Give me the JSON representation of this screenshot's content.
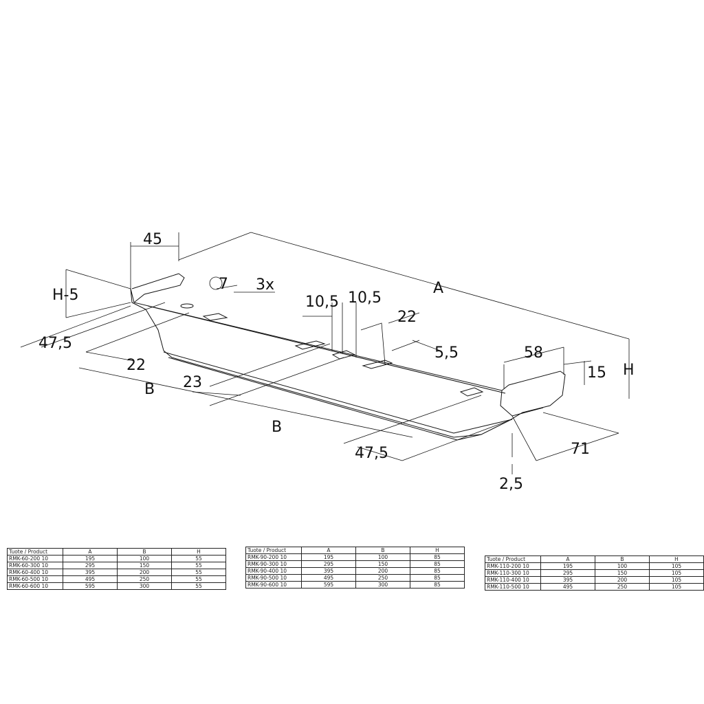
{
  "dimensions": {
    "d45": "45",
    "h_minus_5": "H-5",
    "hole": "7",
    "count": "3x",
    "d10_5a": "10,5",
    "d10_5b": "10,5",
    "a": "A",
    "d22_top": "22",
    "d5_5": "5,5",
    "d58": "58",
    "d15": "15",
    "h": "H",
    "d47_5_left": "47,5",
    "d22_left": "22",
    "d23": "23",
    "b1": "B",
    "b2": "B",
    "d47_5_bottom": "47,5",
    "d71": "71",
    "d2_5": "2,5"
  },
  "tables": [
    {
      "headers": [
        "Tuote / Product",
        "A",
        "B",
        "H"
      ],
      "rows": [
        [
          "RMK-60-200 10",
          "195",
          "100",
          "55"
        ],
        [
          "RMK-60-300 10",
          "295",
          "150",
          "55"
        ],
        [
          "RMK-60-400 10",
          "395",
          "200",
          "55"
        ],
        [
          "RMK-60-500 10",
          "495",
          "250",
          "55"
        ],
        [
          "RMK-60-600 10",
          "595",
          "300",
          "55"
        ]
      ]
    },
    {
      "headers": [
        "Tuote / Product",
        "A",
        "B",
        "H"
      ],
      "rows": [
        [
          "RMK-90-200 10",
          "195",
          "100",
          "85"
        ],
        [
          "RMK-90-300 10",
          "295",
          "150",
          "85"
        ],
        [
          "RMK-90-400 10",
          "395",
          "200",
          "85"
        ],
        [
          "RMK-90-500 10",
          "495",
          "250",
          "85"
        ],
        [
          "RMK-90-600 10",
          "595",
          "300",
          "85"
        ]
      ]
    },
    {
      "headers": [
        "Tuote / Product",
        "A",
        "B",
        "H"
      ],
      "rows": [
        [
          "RMK-110-200 10",
          "195",
          "100",
          "105"
        ],
        [
          "RMK-110-300 10",
          "295",
          "150",
          "105"
        ],
        [
          "RMK-110-400 10",
          "395",
          "200",
          "105"
        ],
        [
          "RMK-110-500 10",
          "495",
          "250",
          "105"
        ]
      ]
    }
  ]
}
